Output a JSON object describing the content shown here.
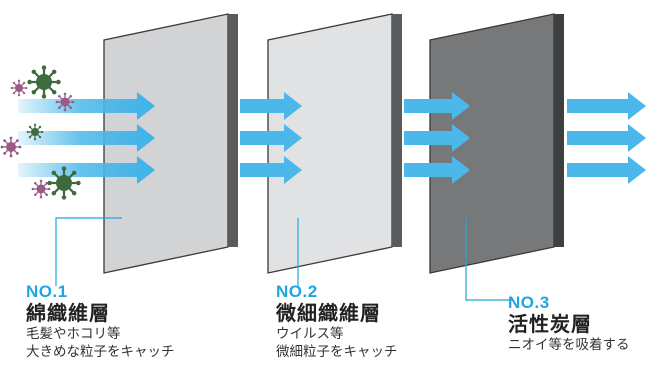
{
  "filters": [
    {
      "number": "NO.1",
      "name": "綿織維層",
      "desc": [
        "毛髪やホコリ等",
        "大きめな粒子をキャッチ"
      ],
      "panel_color": "#d2d3d5"
    },
    {
      "number": "NO.2",
      "name": "微細織維層",
      "desc": [
        "ウイルス等",
        "微細粒子をキャッチ"
      ],
      "panel_color": "#e1e2e4"
    },
    {
      "number": "NO.3",
      "name": "活性炭層",
      "desc": [
        "ニオイ等を吸着する"
      ],
      "panel_color": "#77787a"
    }
  ],
  "colors": {
    "accent": "#1fa6e0",
    "arrow": "#4cb8ea",
    "virus_purple": "#9a5a86",
    "virus_green": "#3e6b3d"
  }
}
